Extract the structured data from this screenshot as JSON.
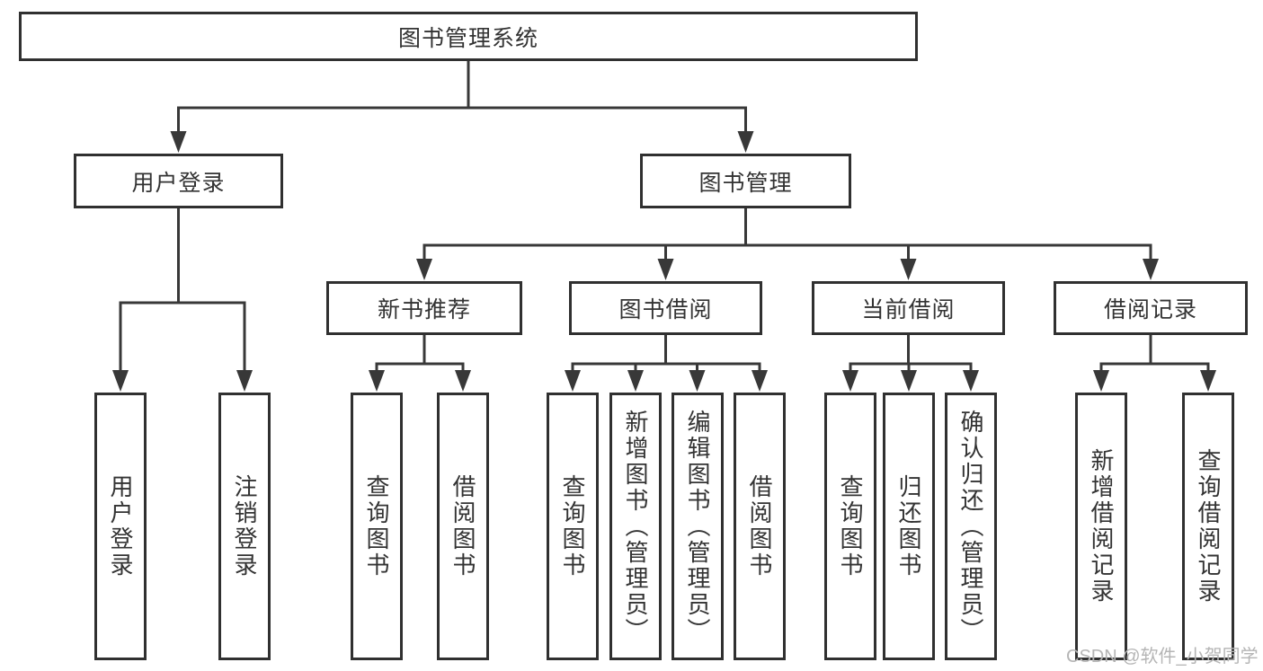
{
  "tree": {
    "root": {
      "label": "图书管理系统"
    },
    "branches": [
      {
        "label": "用户登录",
        "children": [
          {
            "label": "用户登录"
          },
          {
            "label": "注销登录"
          }
        ]
      },
      {
        "label": "图书管理",
        "children": [
          {
            "label": "新书推荐",
            "children": [
              {
                "label": "查询图书"
              },
              {
                "label": "借阅图书"
              }
            ]
          },
          {
            "label": "图书借阅",
            "children": [
              {
                "label": "查询图书"
              },
              {
                "label": "新增图书（管理员）"
              },
              {
                "label": "编辑图书（管理员）"
              },
              {
                "label": "借阅图书"
              }
            ]
          },
          {
            "label": "当前借阅",
            "children": [
              {
                "label": "查询图书"
              },
              {
                "label": "归还图书"
              },
              {
                "label": "确认归还（管理员）"
              }
            ]
          },
          {
            "label": "借阅记录",
            "children": [
              {
                "label": "新增借阅记录"
              },
              {
                "label": "查询借阅记录"
              }
            ]
          }
        ]
      }
    ]
  },
  "watermark": "CSDN @软件_小贺同学",
  "colors": {
    "line": "#383838",
    "box_border": "#303030",
    "box_fill": "#ffffff",
    "text": "#333333",
    "watermark": "#b5b5b5",
    "background": "#ffffff"
  }
}
